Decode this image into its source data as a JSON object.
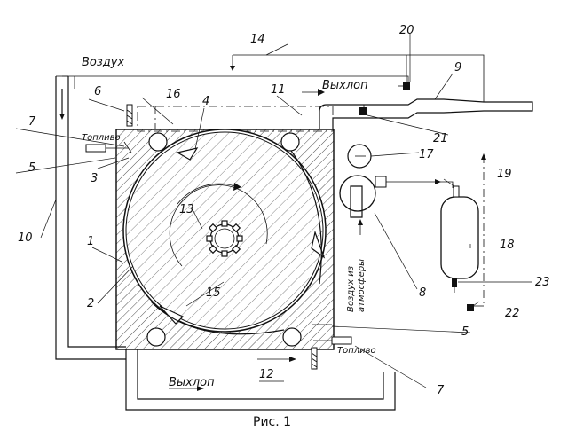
{
  "figure": {
    "caption": "Рис. 1",
    "words": {
      "air": "Воздух",
      "exhaust_top": "Выхлоп",
      "exhaust_bottom": "Выхлоп",
      "fuel_left": "Топливо",
      "fuel_right": "Топливо",
      "atm_line1": "Воздух из",
      "atm_line2": "атмосферы"
    },
    "numbers": {
      "n1": "1",
      "n2": "2",
      "n3": "3",
      "n4": "4",
      "n5a": "5",
      "n5b": "5",
      "n6": "6",
      "n7a": "7",
      "n7b": "7",
      "n8": "8",
      "n9": "9",
      "n10": "10",
      "n11": "11",
      "n12": "12",
      "n13": "13",
      "n14": "14",
      "n15": "15",
      "n16": "16",
      "n17": "17",
      "n18": "18",
      "n19": "19",
      "n20": "20",
      "n21": "21",
      "n22": "22",
      "n23": "23"
    }
  }
}
